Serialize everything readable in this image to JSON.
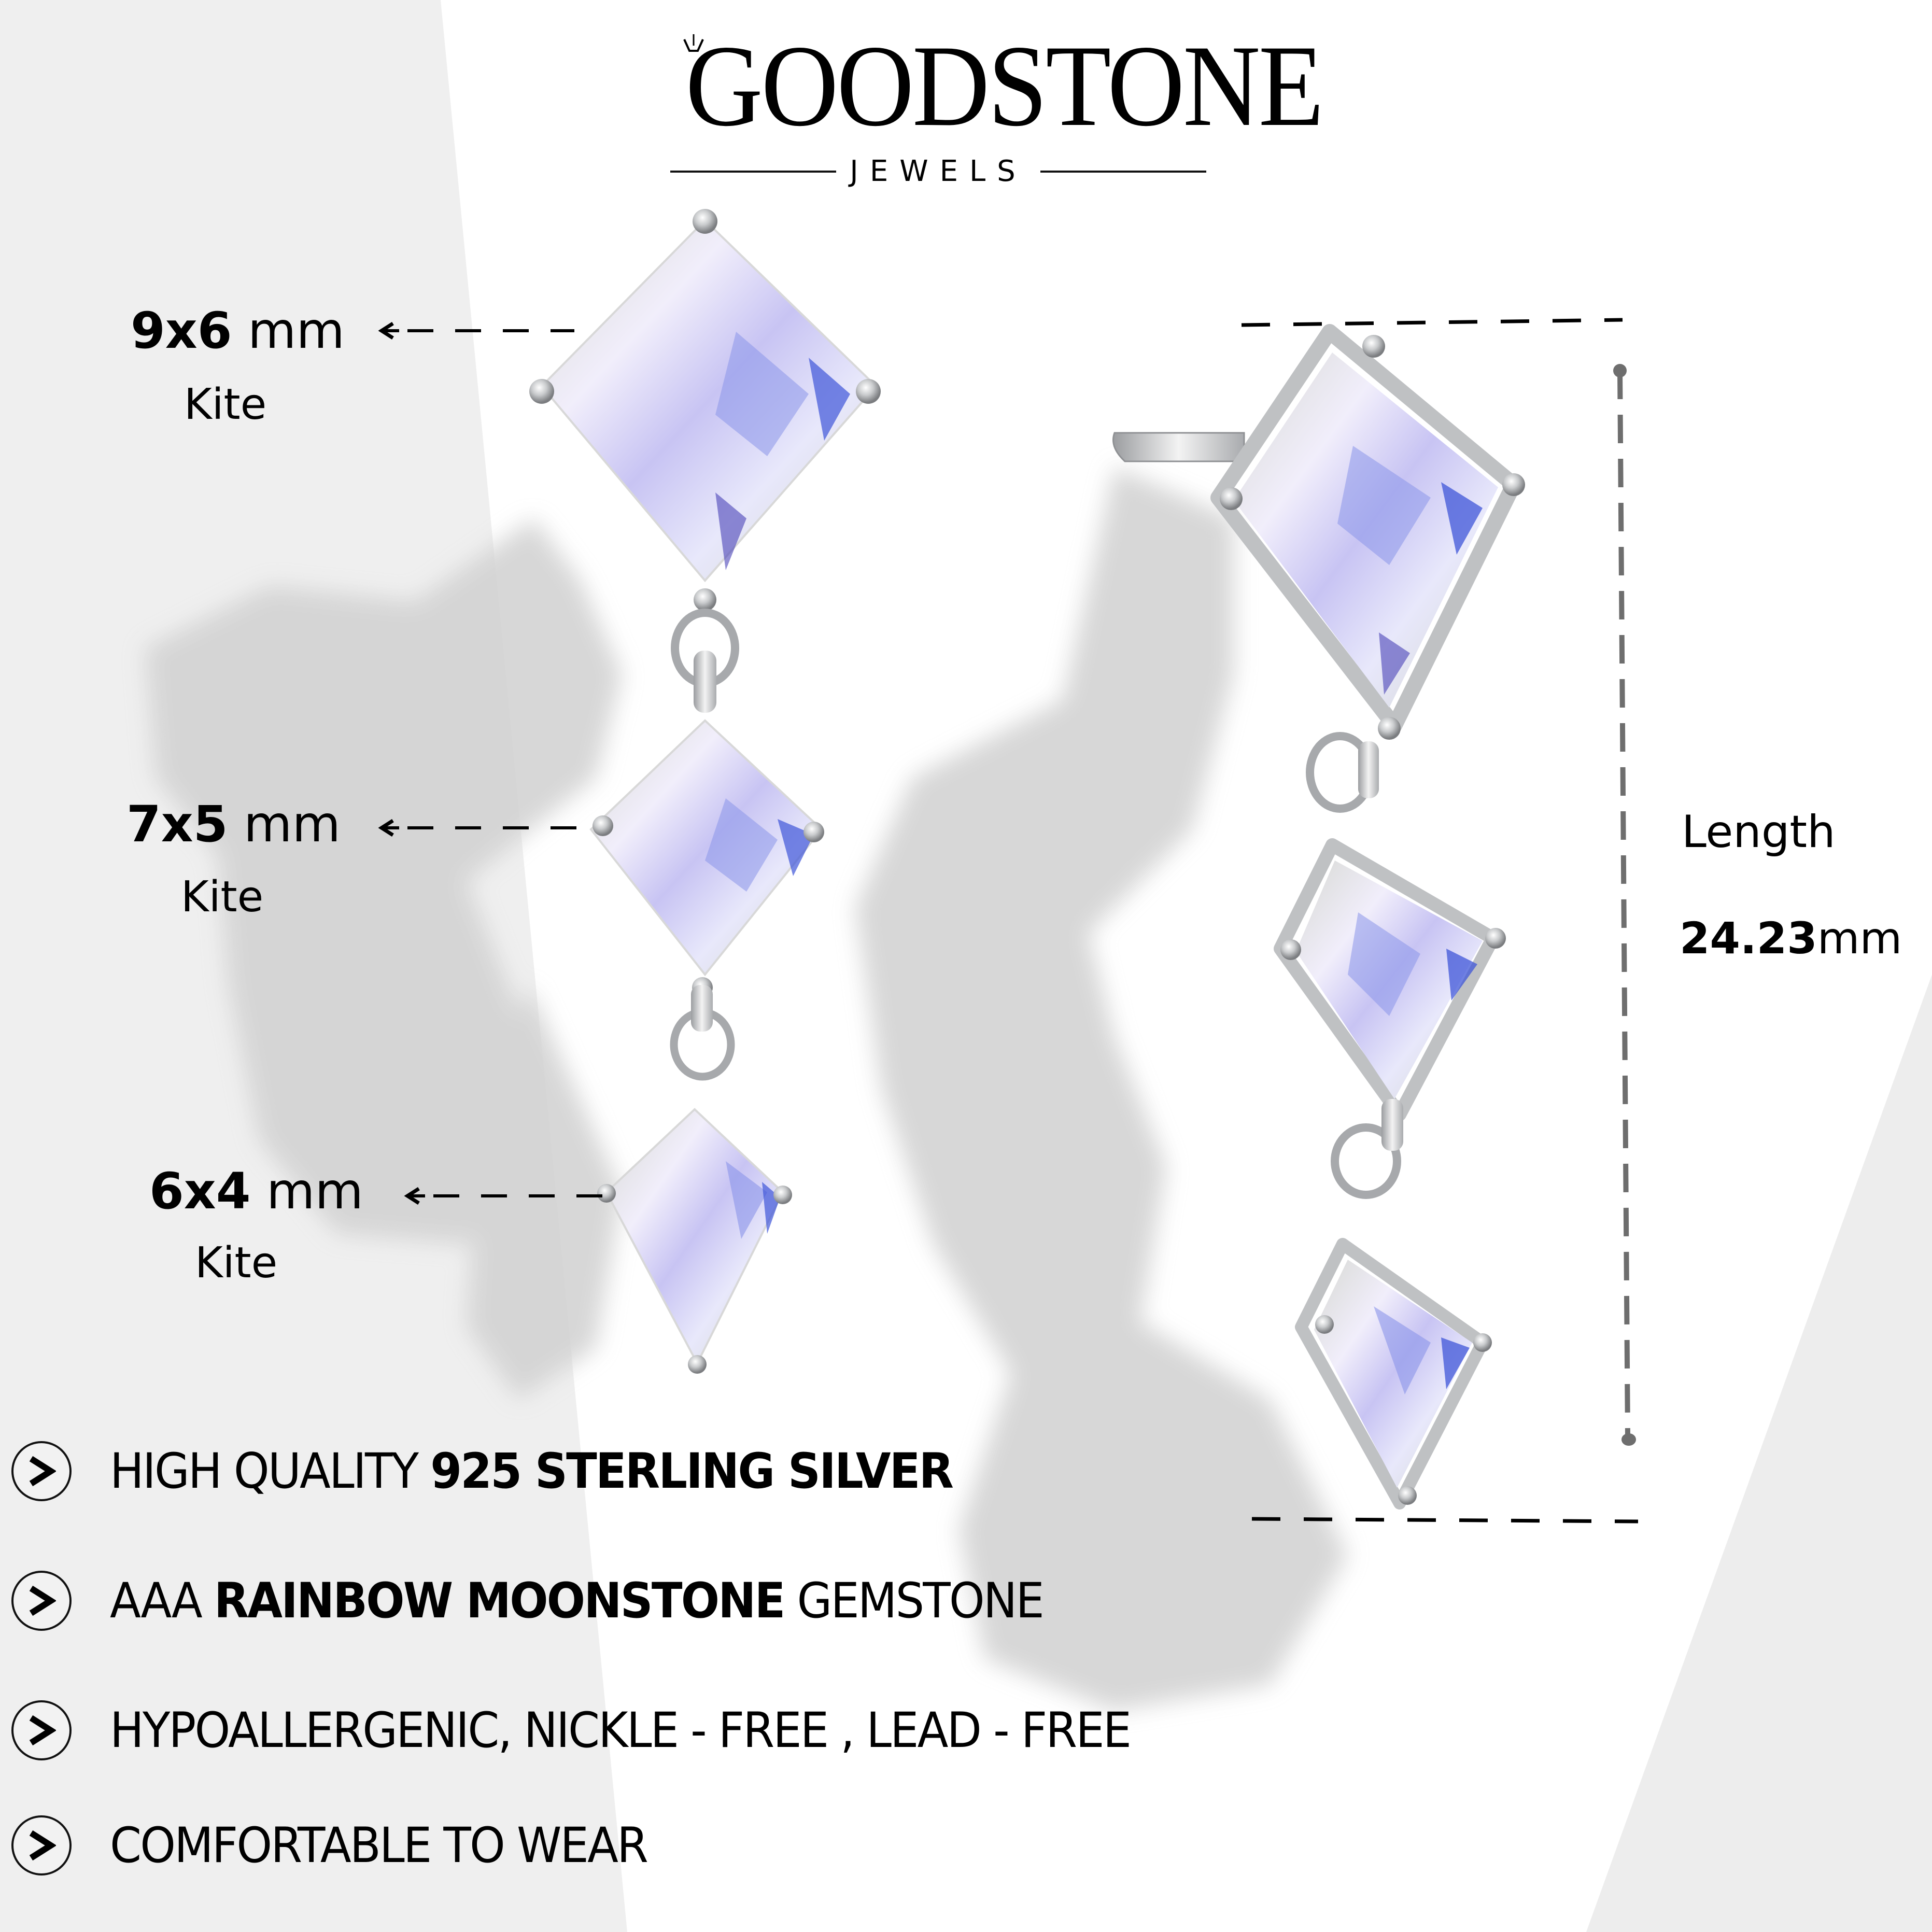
{
  "brand": {
    "name": "GOODSTONE",
    "subtitle": "JEWELS"
  },
  "stone_sizes": [
    {
      "size": "9x6",
      "unit": "mm",
      "shape": "Kite"
    },
    {
      "size": "7x5",
      "unit": "mm",
      "shape": "Kite"
    },
    {
      "size": "6x4",
      "unit": "mm",
      "shape": "Kite"
    }
  ],
  "length": {
    "label": "Length",
    "value": "24.23",
    "unit": "mm"
  },
  "features": [
    {
      "prefix": "HIGH QUALITY ",
      "bold": "925 STERLING SILVER",
      "suffix": ""
    },
    {
      "prefix": "AAA ",
      "bold": "RAINBOW MOONSTONE",
      "suffix": " GEMSTONE"
    },
    {
      "prefix": "HYPOALLERGENIC, NICKLE - FREE , LEAD - FREE",
      "bold": "",
      "suffix": ""
    },
    {
      "prefix": "COMFORTABLE TO WEAR",
      "bold": "",
      "suffix": ""
    }
  ],
  "icons": {
    "bullet": "chevron-right-circle-icon",
    "arrow": "arrow-left-icon"
  },
  "colors": {
    "background": "#ffffff",
    "panel_gray": "#efefef",
    "shadow_gray": "#d2d2d2",
    "silver": "#c9cbcd",
    "moonstone_lavender": "#c9c6f2",
    "moonstone_blue": "#4a5fe0",
    "dimension_line": "#6e6e6e",
    "text": "#000000"
  }
}
